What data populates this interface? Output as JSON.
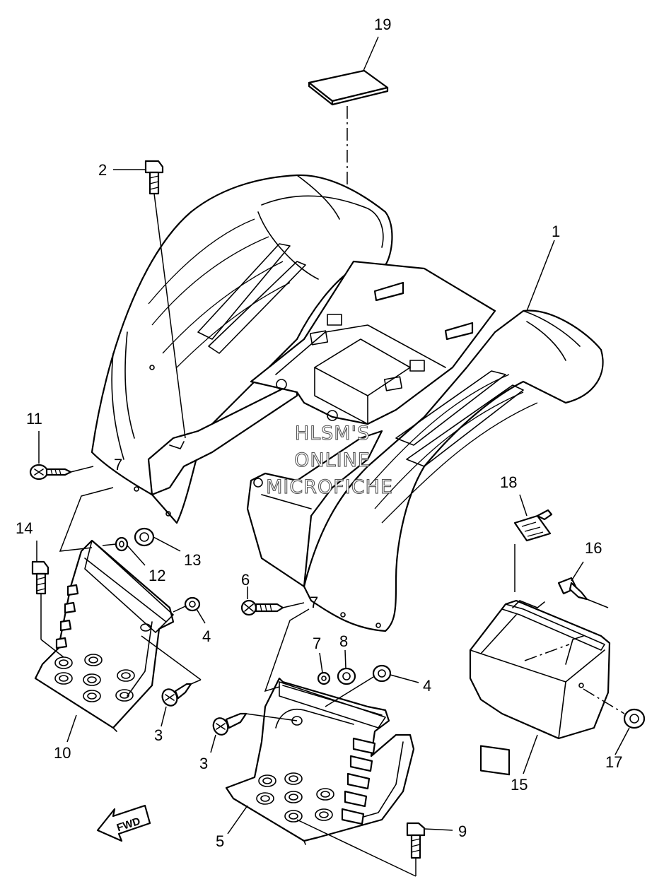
{
  "callouts": [
    {
      "id": "c1",
      "label": "1"
    },
    {
      "id": "c2",
      "label": "2"
    },
    {
      "id": "c3a",
      "label": "3"
    },
    {
      "id": "c3b",
      "label": "3"
    },
    {
      "id": "c4a",
      "label": "4"
    },
    {
      "id": "c4b",
      "label": "4"
    },
    {
      "id": "c5",
      "label": "5"
    },
    {
      "id": "c6",
      "label": "6"
    },
    {
      "id": "c7a",
      "label": "7"
    },
    {
      "id": "c7b",
      "label": "7"
    },
    {
      "id": "c7c",
      "label": "7"
    },
    {
      "id": "c8",
      "label": "8"
    },
    {
      "id": "c9",
      "label": "9"
    },
    {
      "id": "c10",
      "label": "10"
    },
    {
      "id": "c11",
      "label": "11"
    },
    {
      "id": "c12",
      "label": "12"
    },
    {
      "id": "c13",
      "label": "13"
    },
    {
      "id": "c14",
      "label": "14"
    },
    {
      "id": "c15",
      "label": "15"
    },
    {
      "id": "c16",
      "label": "16"
    },
    {
      "id": "c17",
      "label": "17"
    },
    {
      "id": "c18",
      "label": "18"
    },
    {
      "id": "c19",
      "label": "19"
    }
  ],
  "watermark": {
    "line1": "HLSM'S",
    "line2": "ONLINE",
    "line3": "MICROFICHE"
  },
  "direction_arrow": {
    "label": "FWD"
  }
}
